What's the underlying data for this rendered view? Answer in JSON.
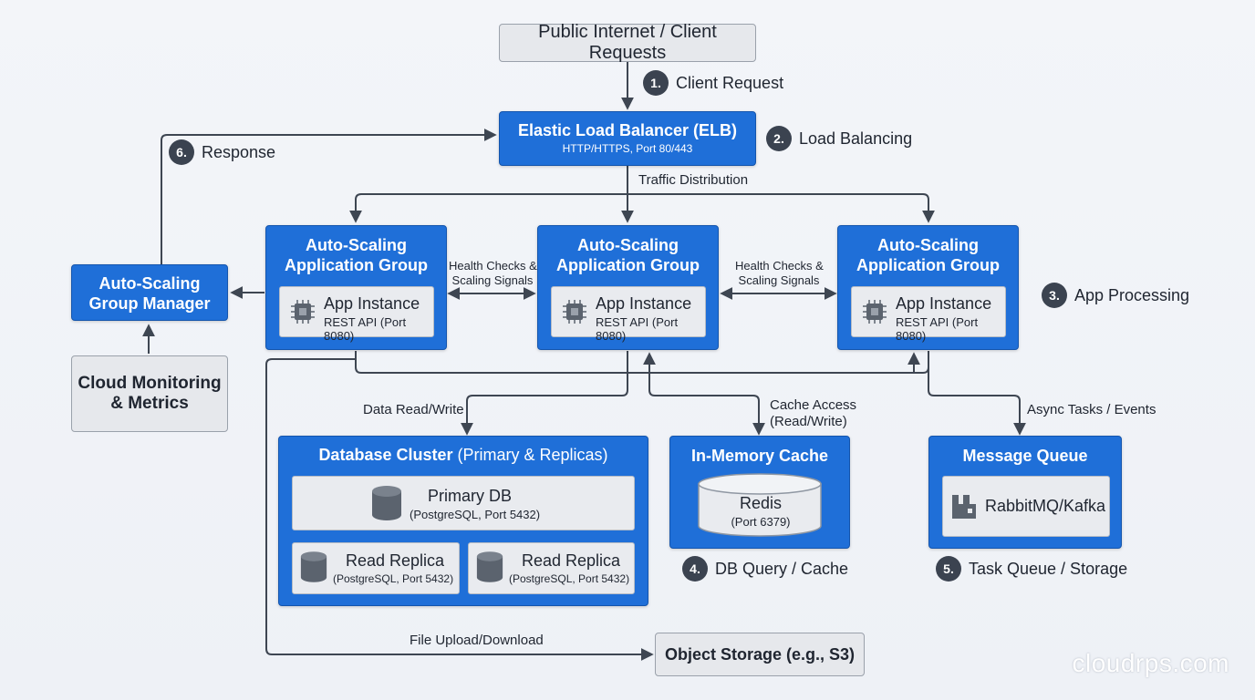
{
  "nodes": {
    "public_internet": "Public Internet / Client Requests",
    "elb": {
      "title": "Elastic Load Balancer (ELB)",
      "subtitle": "HTTP/HTTPS, Port 80/443"
    },
    "asg_manager": {
      "line1": "Auto-Scaling",
      "line2": "Group Manager"
    },
    "monitoring": {
      "line1": "Cloud Monitoring",
      "line2": "& Metrics"
    },
    "app_groups": [
      {
        "line1": "Auto-Scaling",
        "line2": "Application Group",
        "instance_title": "App Instance",
        "instance_sub": "REST API (Port 8080)"
      },
      {
        "line1": "Auto-Scaling",
        "line2": "Application Group",
        "instance_title": "App Instance",
        "instance_sub": "REST API (Port 8080)"
      },
      {
        "line1": "Auto-Scaling",
        "line2": "Application Group",
        "instance_title": "App Instance",
        "instance_sub": "REST API (Port 8080)"
      }
    ],
    "db_cluster": {
      "title": "Database Cluster",
      "title_suffix": "(Primary & Replicas)",
      "primary": {
        "title": "Primary DB",
        "sub": "(PostgreSQL, Port 5432)"
      },
      "replicas": [
        {
          "title": "Read Replica",
          "sub": "(PostgreSQL, Port 5432)"
        },
        {
          "title": "Read Replica",
          "sub": "(PostgreSQL, Port 5432)"
        }
      ]
    },
    "cache": {
      "title": "In-Memory Cache",
      "inner_title": "Redis",
      "inner_sub": "(Port 6379)"
    },
    "queue": {
      "title": "Message Queue",
      "inner_title": "RabbitMQ/Kafka"
    },
    "object_storage": "Object Storage (e.g., S3)"
  },
  "edge_labels": {
    "traffic_distribution": "Traffic Distribution",
    "health_checks_line1": "Health Checks &",
    "health_checks_line2": "Scaling Signals",
    "data_rw": "Data Read/Write",
    "cache_access_line1": "Cache Access",
    "cache_access_line2": "(Read/Write)",
    "async_tasks": "Async Tasks / Events",
    "file_upload": "File Upload/Download"
  },
  "steps": [
    {
      "num": "1.",
      "label": "Client Request"
    },
    {
      "num": "2.",
      "label": "Load Balancing"
    },
    {
      "num": "3.",
      "label": "App Processing"
    },
    {
      "num": "4.",
      "label": "DB Query / Cache"
    },
    {
      "num": "5.",
      "label": "Task Queue / Storage"
    },
    {
      "num": "6.",
      "label": "Response"
    }
  ],
  "watermark": "cloudrps.com",
  "colors": {
    "primary_blue": "#1f6fd8",
    "arrow": "#3e4652",
    "gray_box": "#e6e8ec"
  }
}
